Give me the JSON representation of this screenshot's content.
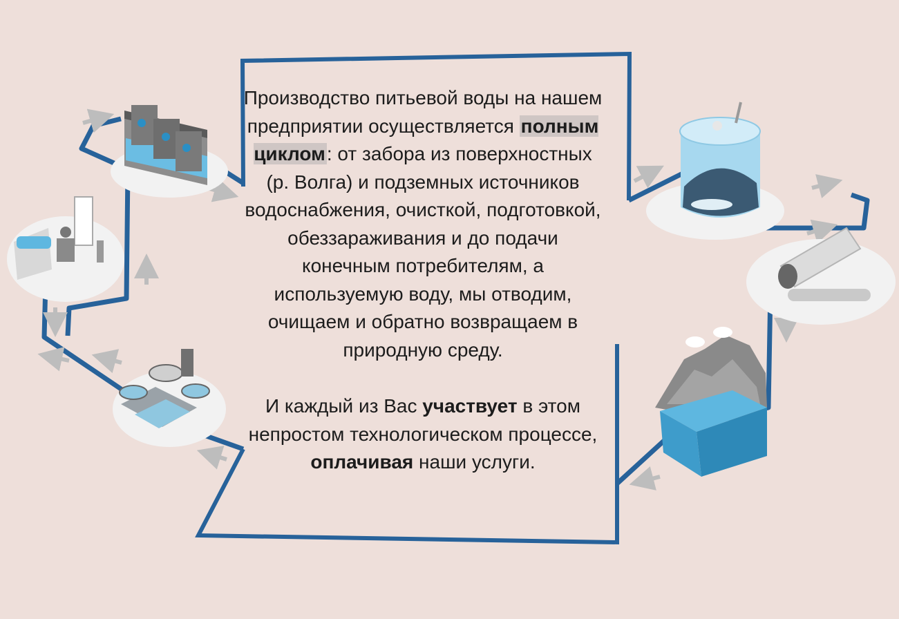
{
  "info": {
    "paragraph1": {
      "part1": "Производство питьевой воды на нашем предприятии осуществляется ",
      "highlight1": "полным циклом",
      "part2": ": от забора из поверхностных (р. Волга) и подземных источников водоснабжения, очисткой, подготовкой, обеззараживания и до подачи конечным потребителям, а используемую воду, мы отводим, очищаем и обратно возвращаем в природную среду."
    },
    "paragraph2": {
      "part1": "И каждый из Вас ",
      "highlight1": "участвует",
      "part2": " в этом непростом технологическом процессе, ",
      "highlight2": "оплачивая",
      "part3": " наши услуги."
    }
  },
  "colors": {
    "background": "#eedfda",
    "pipe": "#27629a",
    "water": "#5fb8e0",
    "platform": "#f2f2f2",
    "arrow": "#bdbdbd",
    "structure": "#6e6e6e"
  },
  "stages": [
    {
      "icon": "filtration-basins-icon"
    },
    {
      "icon": "mixing-tank-icon"
    },
    {
      "icon": "filter-cylinder-icon"
    },
    {
      "icon": "water-source-landscape-icon"
    },
    {
      "icon": "wastewater-treatment-icon"
    },
    {
      "icon": "household-consumer-icon"
    }
  ]
}
